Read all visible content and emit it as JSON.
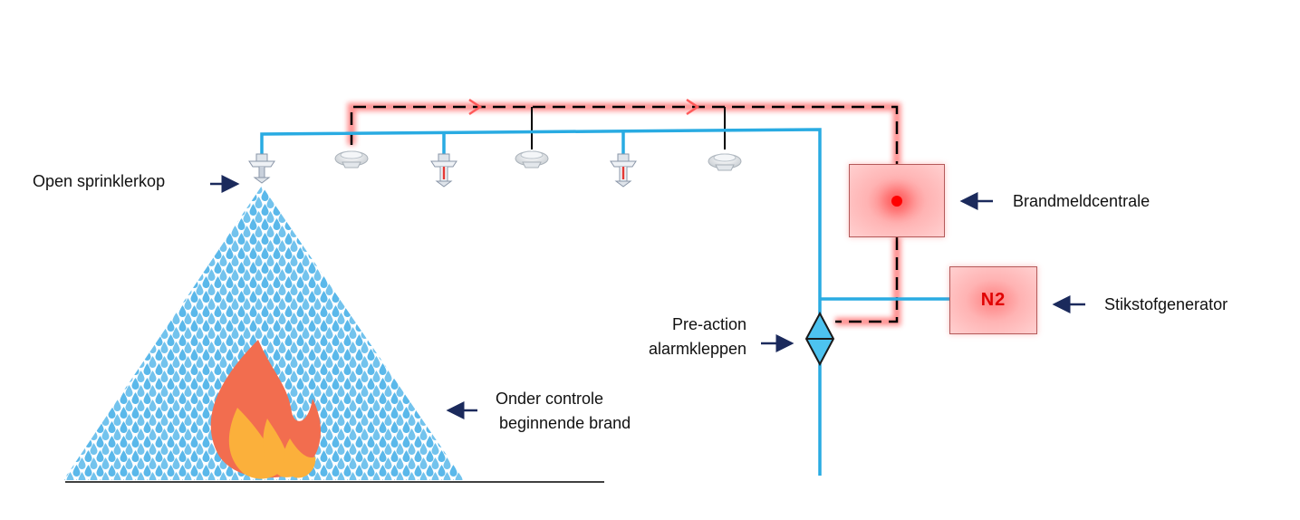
{
  "labels": {
    "open_sprinkler": "Open sprinklerkop",
    "fire_alarm_panel": "Brandmeldcentrale",
    "nitrogen_generator": "Stikstofgenerator",
    "pre_action_line1": "Pre-action",
    "pre_action_line2": "alarmkleppen",
    "fire_line1": "Onder controle",
    "fire_line2": "beginnende brand"
  },
  "nitrogen_box_text": "N2",
  "colors": {
    "water_pipe": "#29abe2",
    "detection_line": "#000000",
    "glow": "#ff6b6b",
    "water_drop": "#5ab8ea",
    "flame_outer": "#f26d4f",
    "flame_inner": "#fbb03b",
    "arrow": "#1b2a5c"
  },
  "icons": {
    "sprinkler": "sprinkler-head-icon",
    "detector": "smoke-detector-icon",
    "valve": "diamond-valve-icon",
    "fire": "flame-icon"
  }
}
